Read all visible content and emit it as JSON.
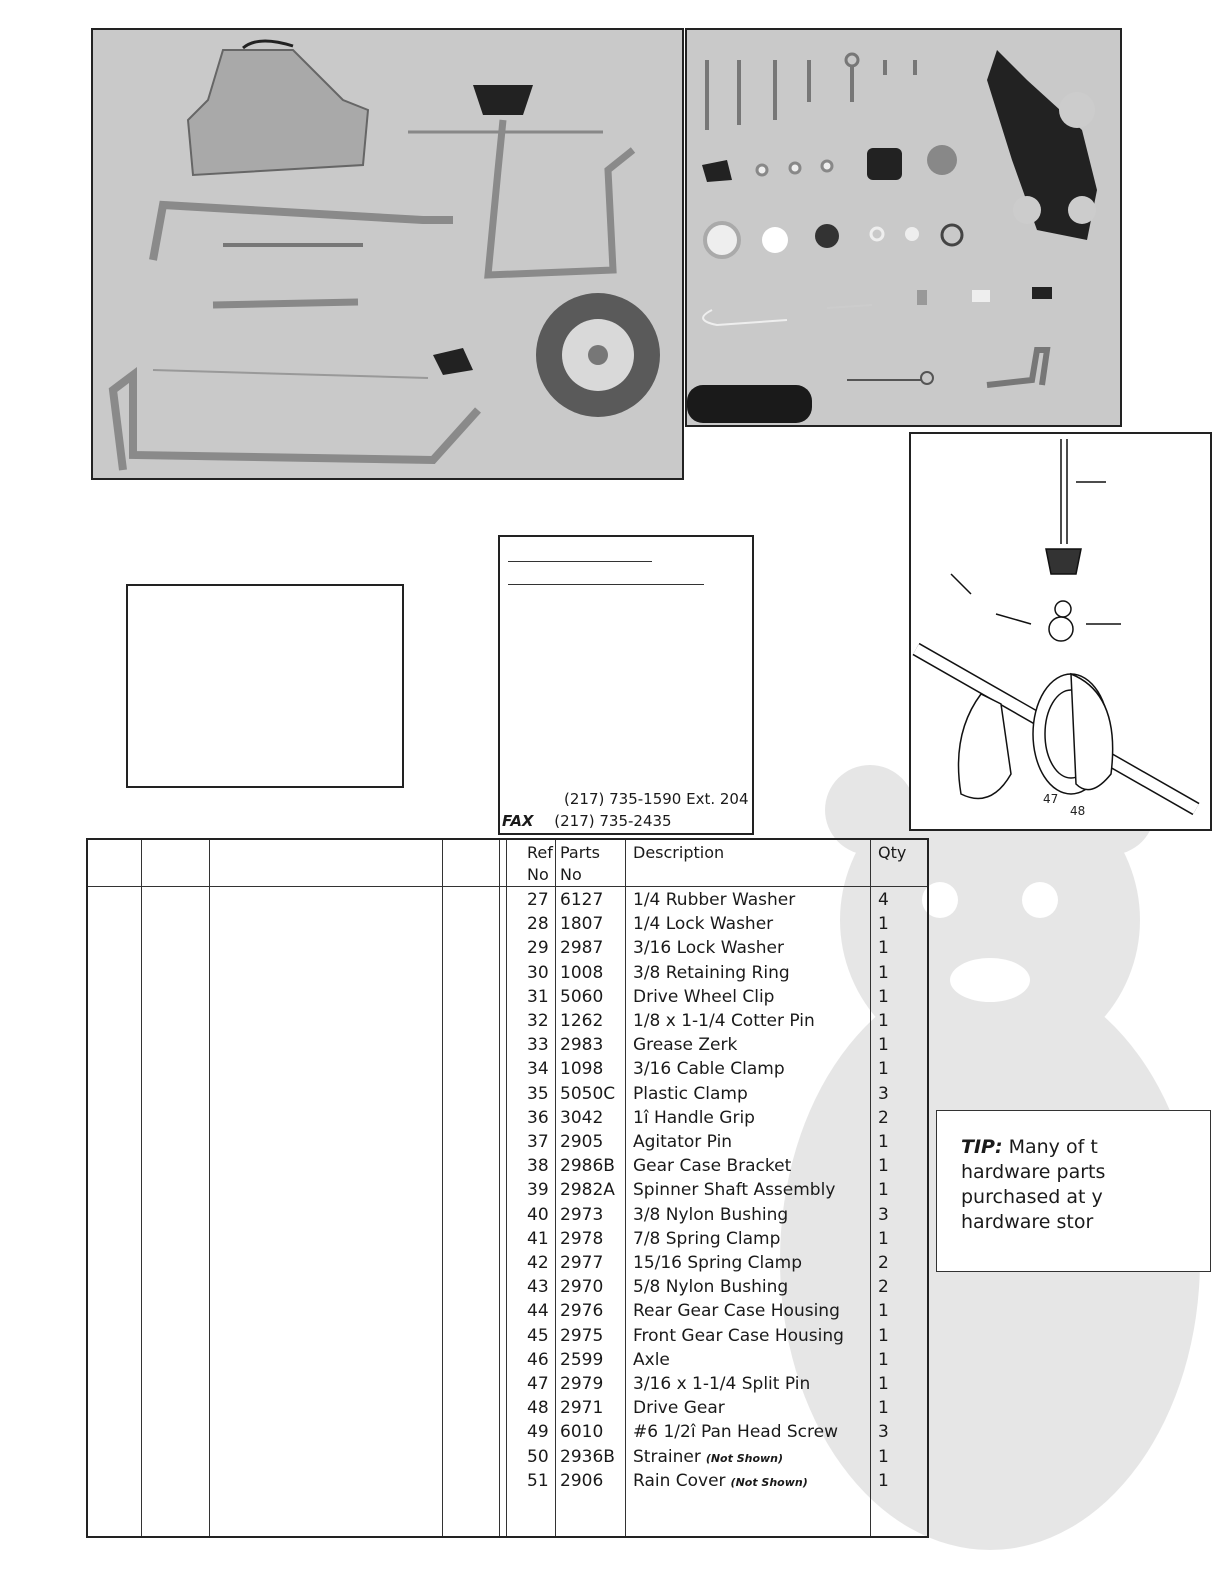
{
  "contact": {
    "phone": "(217) 735-1590 Ext. 204",
    "fax_label": "FAX",
    "fax": "(217) 735-2435"
  },
  "diagram": {
    "callouts": [
      "47",
      "48"
    ]
  },
  "tip": {
    "label": "TIP:",
    "line1": " Many of t",
    "line2": "hardware parts",
    "line3": "purchased at y",
    "line4": "hardware stor"
  },
  "table": {
    "headers": {
      "ref": [
        "Ref",
        "No"
      ],
      "parts": [
        "Parts",
        "No"
      ],
      "description": "Description",
      "qty": "Qty"
    },
    "rows": [
      {
        "ref": "27",
        "parts": "6127",
        "desc": "1/4 Rubber Washer",
        "qty": "4"
      },
      {
        "ref": "28",
        "parts": "1807",
        "desc": "1/4 Lock Washer",
        "qty": "1"
      },
      {
        "ref": "29",
        "parts": "2987",
        "desc": "3/16 Lock Washer",
        "qty": "1"
      },
      {
        "ref": "30",
        "parts": "1008",
        "desc": "3/8 Retaining Ring",
        "qty": "1"
      },
      {
        "ref": "31",
        "parts": "5060",
        "desc": "Drive Wheel Clip",
        "qty": "1"
      },
      {
        "ref": "32",
        "parts": "1262",
        "desc": "1/8 x 1-1/4 Cotter Pin",
        "qty": "1"
      },
      {
        "ref": "33",
        "parts": "2983",
        "desc": "Grease Zerk",
        "qty": "1"
      },
      {
        "ref": "34",
        "parts": "1098",
        "desc": "3/16 Cable Clamp",
        "qty": "1"
      },
      {
        "ref": "35",
        "parts": "5050C",
        "desc": "Plastic Clamp",
        "qty": "3"
      },
      {
        "ref": "36",
        "parts": "3042",
        "desc": "1î Handle Grip",
        "qty": "2"
      },
      {
        "ref": "37",
        "parts": "2905",
        "desc": "Agitator Pin",
        "qty": "1"
      },
      {
        "ref": "38",
        "parts": "2986B",
        "desc": "Gear Case Bracket",
        "qty": "1"
      },
      {
        "ref": "39",
        "parts": "2982A",
        "desc": "Spinner Shaft Assembly",
        "qty": "1"
      },
      {
        "ref": "40",
        "parts": "2973",
        "desc": "3/8 Nylon Bushing",
        "qty": "3"
      },
      {
        "ref": "41",
        "parts": "2978",
        "desc": "7/8 Spring Clamp",
        "qty": "1"
      },
      {
        "ref": "42",
        "parts": "2977",
        "desc": "15/16 Spring Clamp",
        "qty": "2"
      },
      {
        "ref": "43",
        "parts": "2970",
        "desc": "5/8 Nylon Bushing",
        "qty": "2"
      },
      {
        "ref": "44",
        "parts": "2976",
        "desc": "Rear Gear Case Housing",
        "qty": "1"
      },
      {
        "ref": "45",
        "parts": "2975",
        "desc": "Front Gear Case Housing",
        "qty": "1"
      },
      {
        "ref": "46",
        "parts": "2599",
        "desc": "Axle",
        "qty": "1"
      },
      {
        "ref": "47",
        "parts": "2979",
        "desc": "3/16 x 1-1/4 Split Pin",
        "qty": "1"
      },
      {
        "ref": "48",
        "parts": "2971",
        "desc": "Drive Gear",
        "qty": "1"
      },
      {
        "ref": "49",
        "parts": "6010",
        "desc": "#6 1/2î Pan Head Screw",
        "qty": "3"
      },
      {
        "ref": "50",
        "parts": "2936B",
        "desc": "Strainer",
        "note": "(Not Shown)",
        "qty": "1"
      },
      {
        "ref": "51",
        "parts": "2906",
        "desc": "Rain Cover",
        "note": "(Not Shown)",
        "qty": "1"
      }
    ]
  }
}
